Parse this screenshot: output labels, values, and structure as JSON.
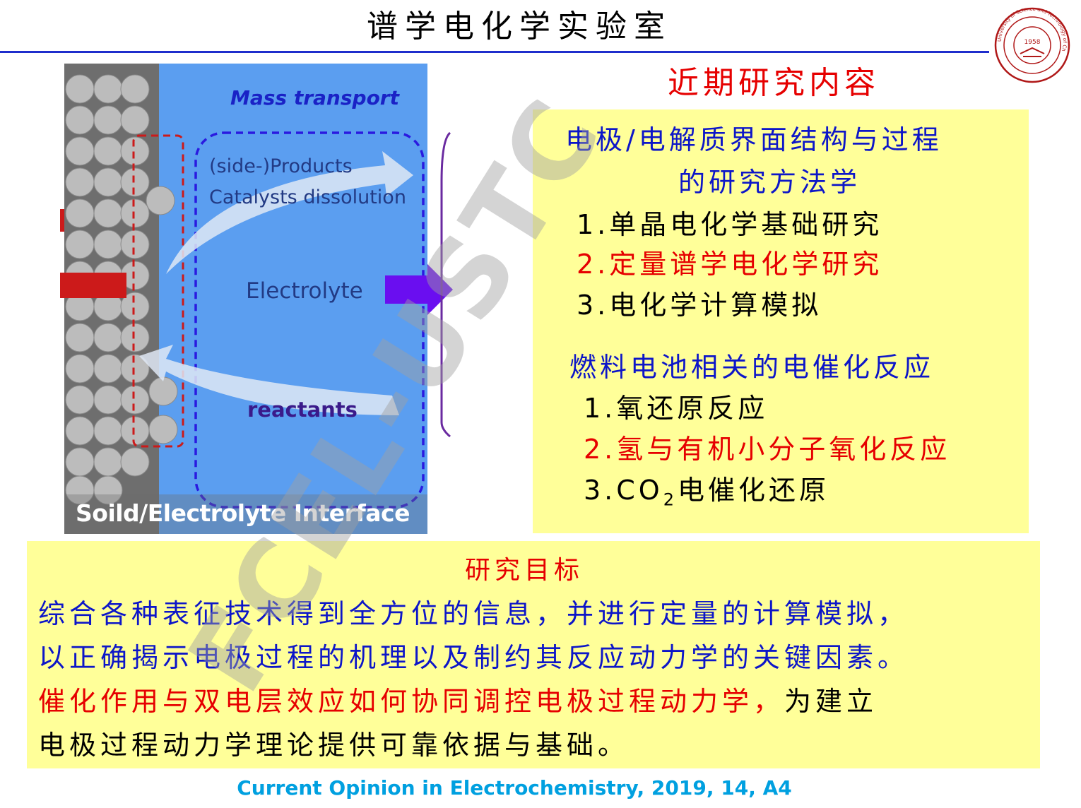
{
  "header": {
    "title": "谱学电化学实验室",
    "logo_text": "University of Science and Technology of China",
    "logo_year": "1958"
  },
  "figure": {
    "mass_transport": "Mass transport",
    "side_products": "(side-)Products",
    "catalysts_dissolution": "Catalysts dissolution",
    "electrolyte": "Electrolyte",
    "reactants": "reactants",
    "caption": "Soild/Electrolyte Interface"
  },
  "panel": {
    "title": "近期研究内容",
    "section1_line1": "电极/电解质界面结构与过程",
    "section1_line2": "的研究方法学",
    "section1_items": [
      "1.单晶电化学基础研究",
      "2.定量谱学电化学研究",
      "3.电化学计算模拟"
    ],
    "section2_title": "燃料电池相关的电催化反应",
    "section2_items": [
      "1.氧还原反应",
      "2.氢与有机小分子氧化反应"
    ],
    "section2_item3_pre": "3.CO",
    "section2_item3_sub": "2",
    "section2_item3_post": "电催化还原"
  },
  "goal": {
    "title": "研究目标",
    "line1": "综合各种表征技术得到全方位的信息，并进行定量的计算模拟，",
    "line2": "以正确揭示电极过程的机理以及制约其反应动力学的关键因素。",
    "line3_red": "催化作用与双电层效应如何协同调控电极过程动力学，",
    "line3_black": "为建立",
    "line4": "电极过程动力学理论提供可靠依据与基础。"
  },
  "citation": "Current Opinion in Electrochemistry, 2019, 14, A4",
  "watermark": "FCEL-USTC",
  "colors": {
    "accent_blue": "#1f2ecc",
    "red": "#e60000",
    "highlight_yellow": "#ffff99",
    "citation_blue": "#00a0e0"
  }
}
